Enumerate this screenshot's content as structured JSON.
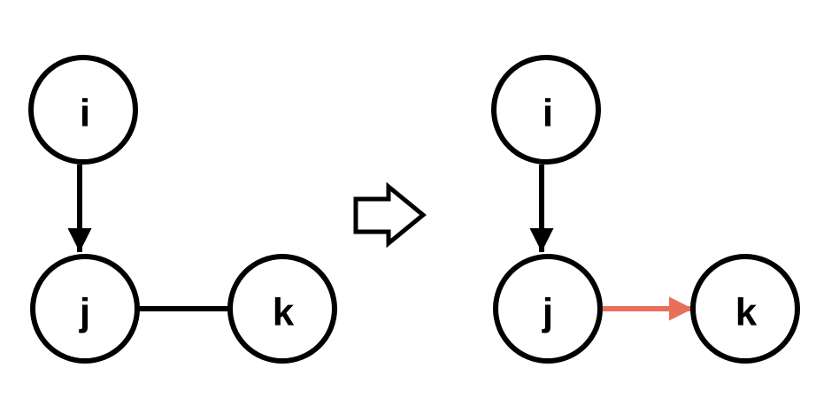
{
  "left_graph": {
    "nodes": [
      {
        "id": "i",
        "label": "i"
      },
      {
        "id": "j",
        "label": "j"
      },
      {
        "id": "k",
        "label": "k"
      }
    ],
    "edges": [
      {
        "from": "i",
        "to": "j",
        "directed": true
      },
      {
        "from": "j",
        "to": "k",
        "directed": false
      }
    ]
  },
  "right_graph": {
    "nodes": [
      {
        "id": "i",
        "label": "i"
      },
      {
        "id": "j",
        "label": "j"
      },
      {
        "id": "k",
        "label": "k"
      }
    ],
    "edges": [
      {
        "from": "i",
        "to": "j",
        "directed": true
      },
      {
        "from": "j",
        "to": "k",
        "directed": true,
        "highlight": true
      }
    ]
  },
  "transition_arrow": {
    "icon": "hollow-right-arrow-icon"
  },
  "colors": {
    "node_stroke": "#000000",
    "edge": "#000000",
    "highlight_edge": "#E8705A",
    "background": "#FFFFFF"
  }
}
